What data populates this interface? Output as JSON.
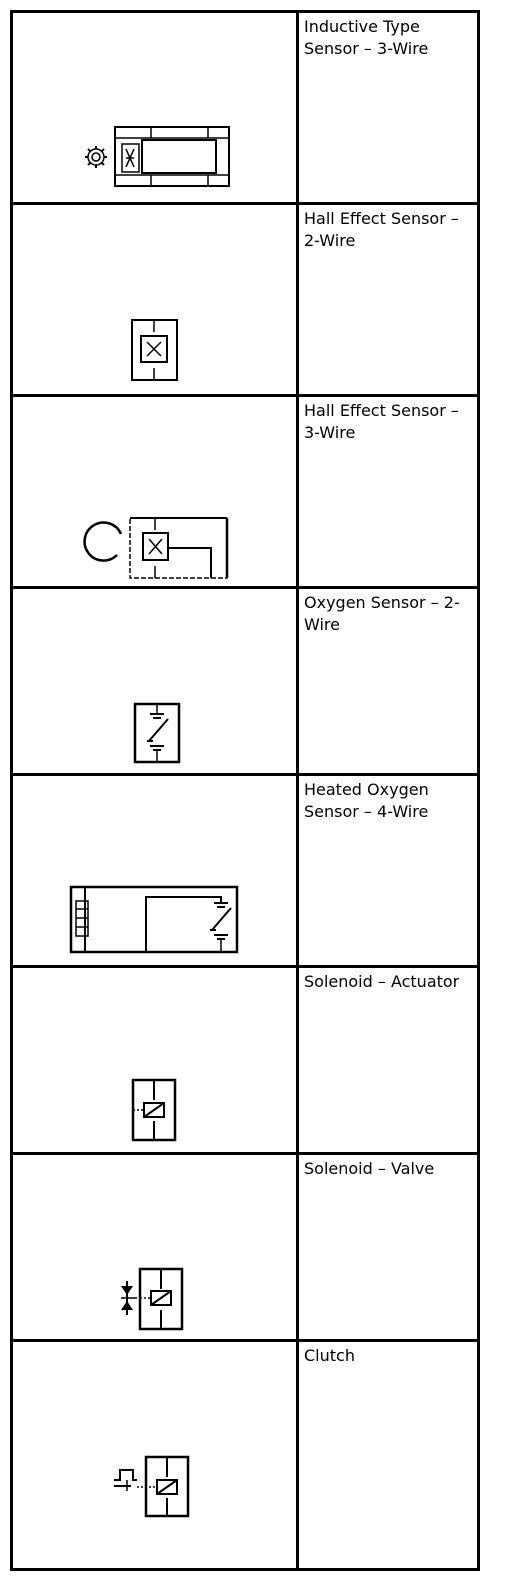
{
  "rows": [
    {
      "label": "Inductive Type Sensor – 3-Wire",
      "symbol": "inductive-sensor-symbol"
    },
    {
      "label": "Hall Effect Sensor – 2-Wire",
      "symbol": "hall-effect-2wire-symbol"
    },
    {
      "label": "Hall Effect Sensor – 3-Wire",
      "symbol": "hall-effect-3wire-symbol"
    },
    {
      "label": "Oxygen Sensor – 2-Wire",
      "symbol": "oxygen-sensor-symbol"
    },
    {
      "label": "Heated Oxygen Sensor – 4-Wire",
      "symbol": "heated-oxygen-sensor-symbol"
    },
    {
      "label": "Solenoid – Actuator",
      "symbol": "solenoid-actuator-symbol"
    },
    {
      "label": "Solenoid – Valve",
      "symbol": "solenoid-valve-symbol"
    },
    {
      "label": "Clutch",
      "symbol": "clutch-symbol"
    }
  ]
}
